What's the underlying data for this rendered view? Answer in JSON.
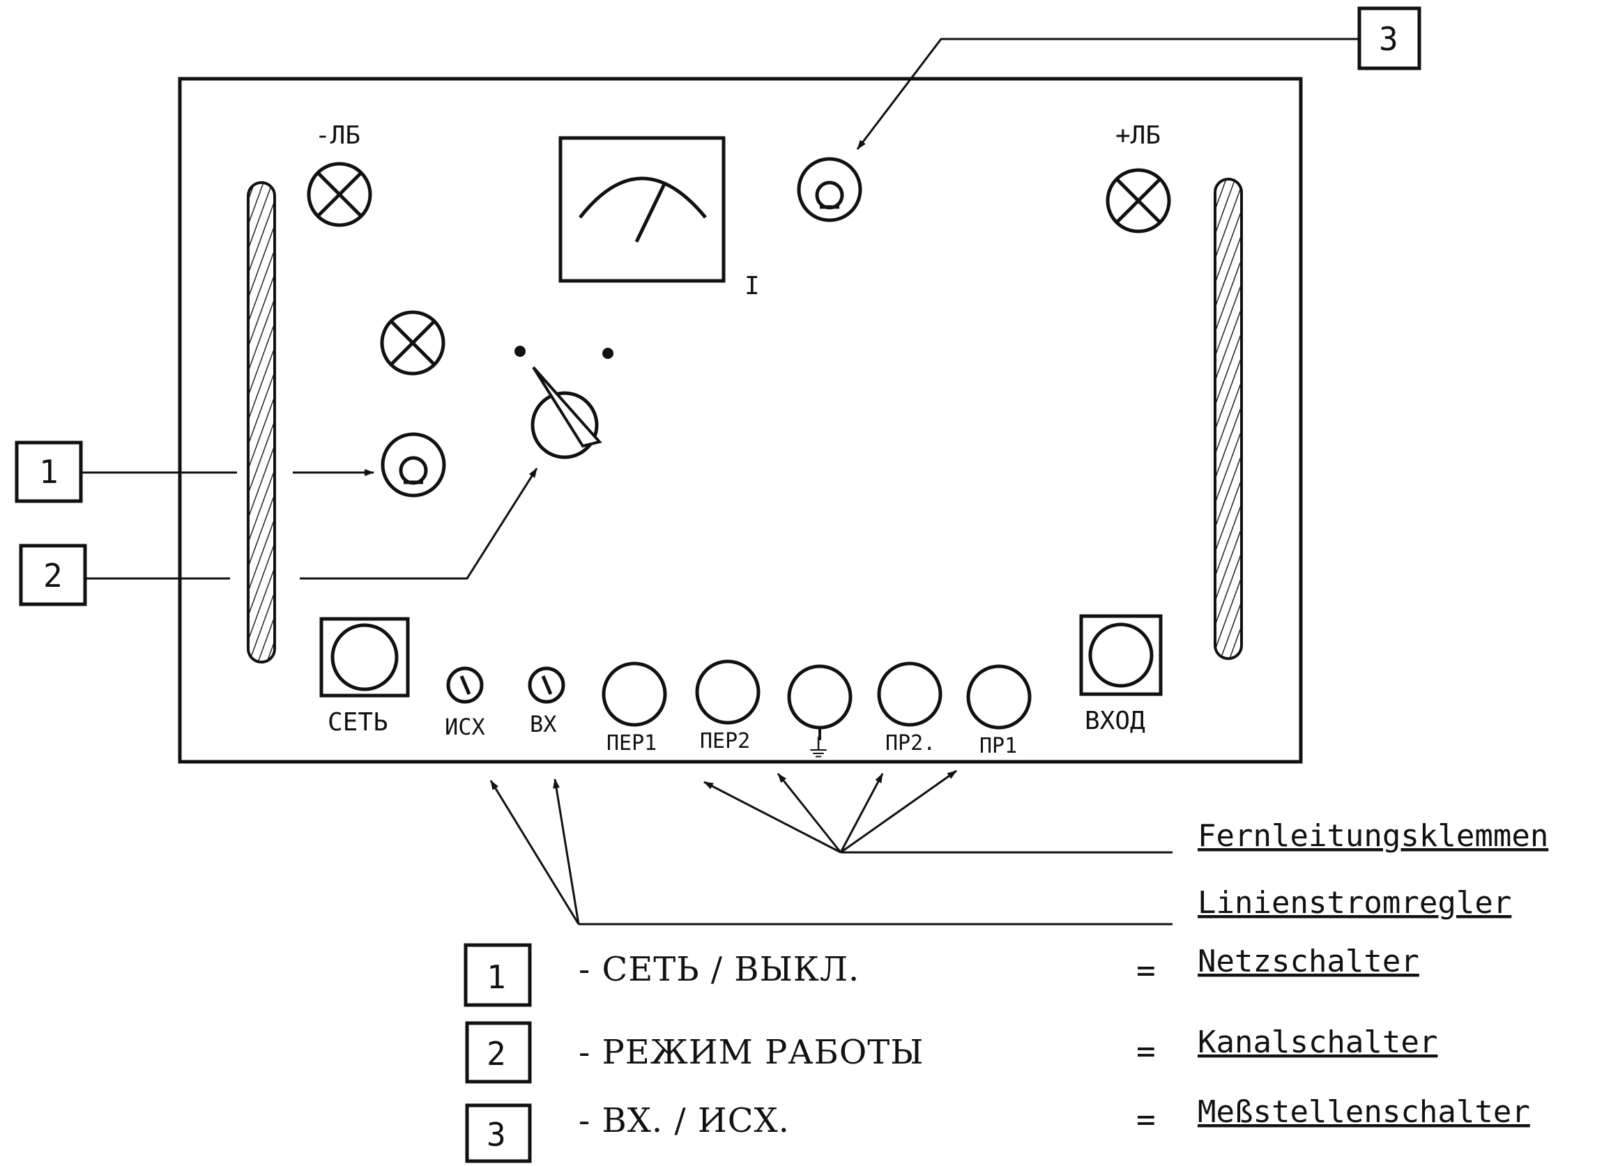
{
  "panel": {
    "lamp_minus_label": "-ЛБ",
    "lamp_plus_label": "+ЛБ",
    "meter_label": "I",
    "power_socket_label": "СЕТЬ",
    "input_socket_label": "ВХОД",
    "knob_labels": [
      "ИСХ",
      "ВХ"
    ],
    "terminal_labels": [
      "ПЕР1",
      "ПЕР2",
      "⏚",
      "ПР2.",
      "ПР1"
    ]
  },
  "callouts": [
    "1",
    "2",
    "3"
  ],
  "annotations": {
    "fernleitung": "Fernleitungsklemmen",
    "linienstrom": "Linienstromregler"
  },
  "legend": [
    {
      "num": "1",
      "russian": "- СЕТЬ / ВЫКЛ.",
      "eq": "=",
      "german": "Netzschalter"
    },
    {
      "num": "2",
      "russian": "- РЕЖИМ РАБОТЫ",
      "eq": "=",
      "german": "Kanalschalter"
    },
    {
      "num": "3",
      "russian": "- ВХ. / ИСХ.",
      "eq": "=",
      "german": "Meßstellenschalter"
    }
  ]
}
